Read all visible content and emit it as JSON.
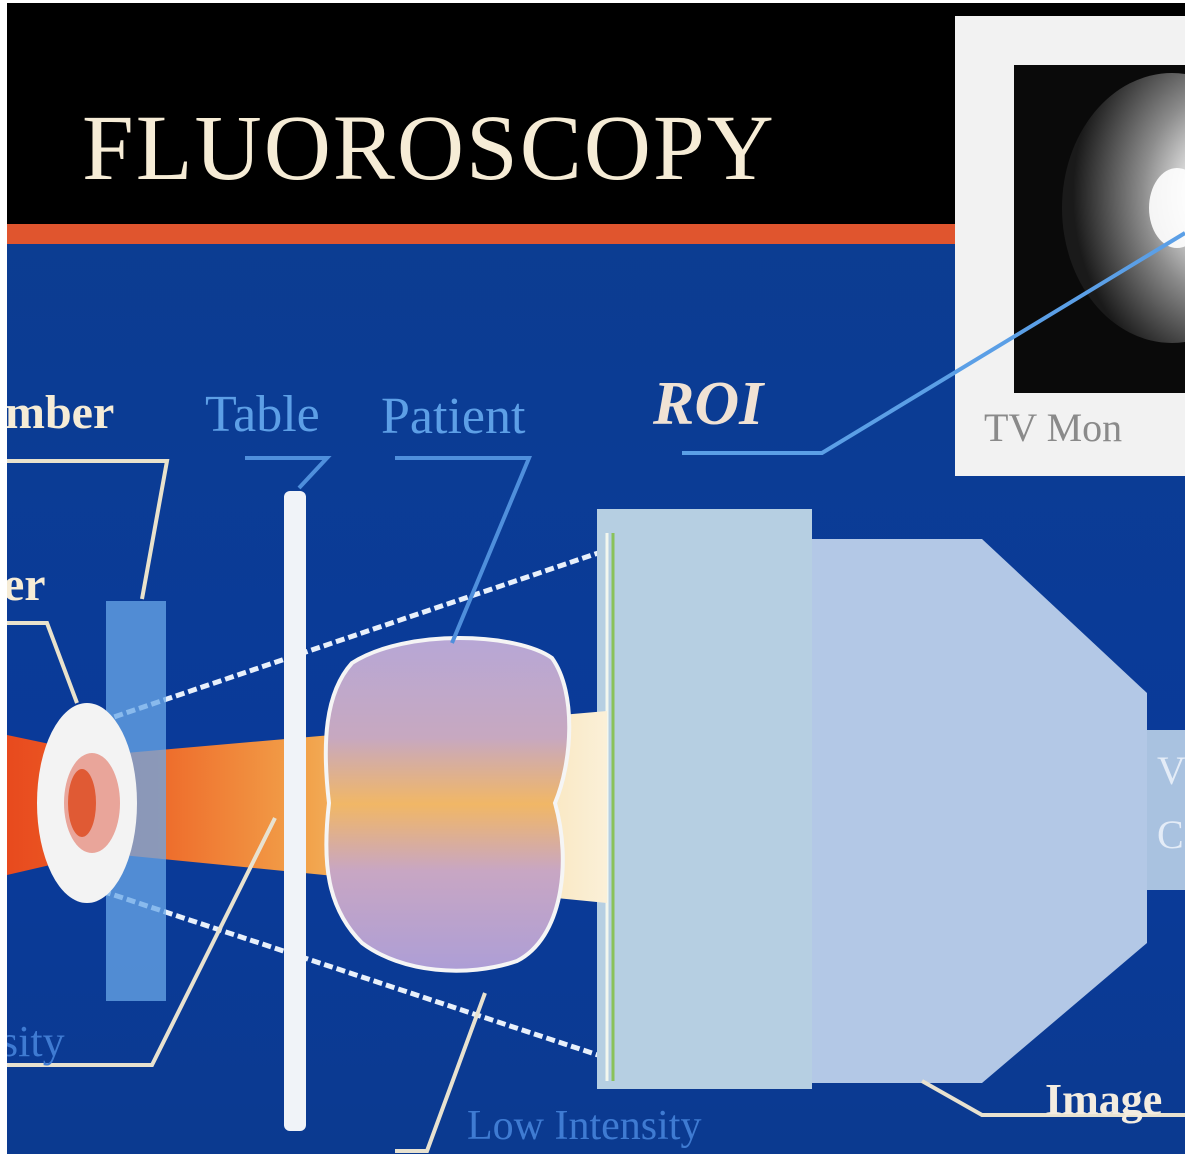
{
  "title": "FLUOROSCOPY",
  "labels": {
    "chamber": "mber",
    "filter": "er",
    "table": "Table",
    "patient": "Patient",
    "roi": "ROI",
    "intensity_left": "sity",
    "low_intensity": "Low Intensity",
    "image": "Image",
    "tv_monitor": "TV Mon",
    "camera_top": "V",
    "camera_bottom": "C"
  },
  "colors": {
    "background": "#0b3c94",
    "title_band": "#000000",
    "accent_line": "#e0552e",
    "label_light": "#f6ecd6",
    "label_blue": "#5d9fe6",
    "intensifier": "#b2c9e3",
    "beam": "#f0a44a"
  }
}
